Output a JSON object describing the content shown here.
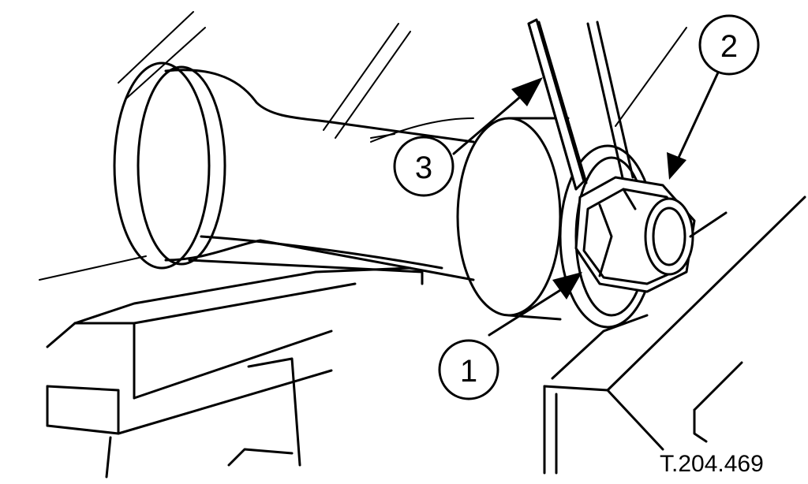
{
  "callouts": [
    {
      "id": "1",
      "label": "1"
    },
    {
      "id": "2",
      "label": "2"
    },
    {
      "id": "3",
      "label": "3"
    }
  ],
  "figure_ref": "T.204.469"
}
